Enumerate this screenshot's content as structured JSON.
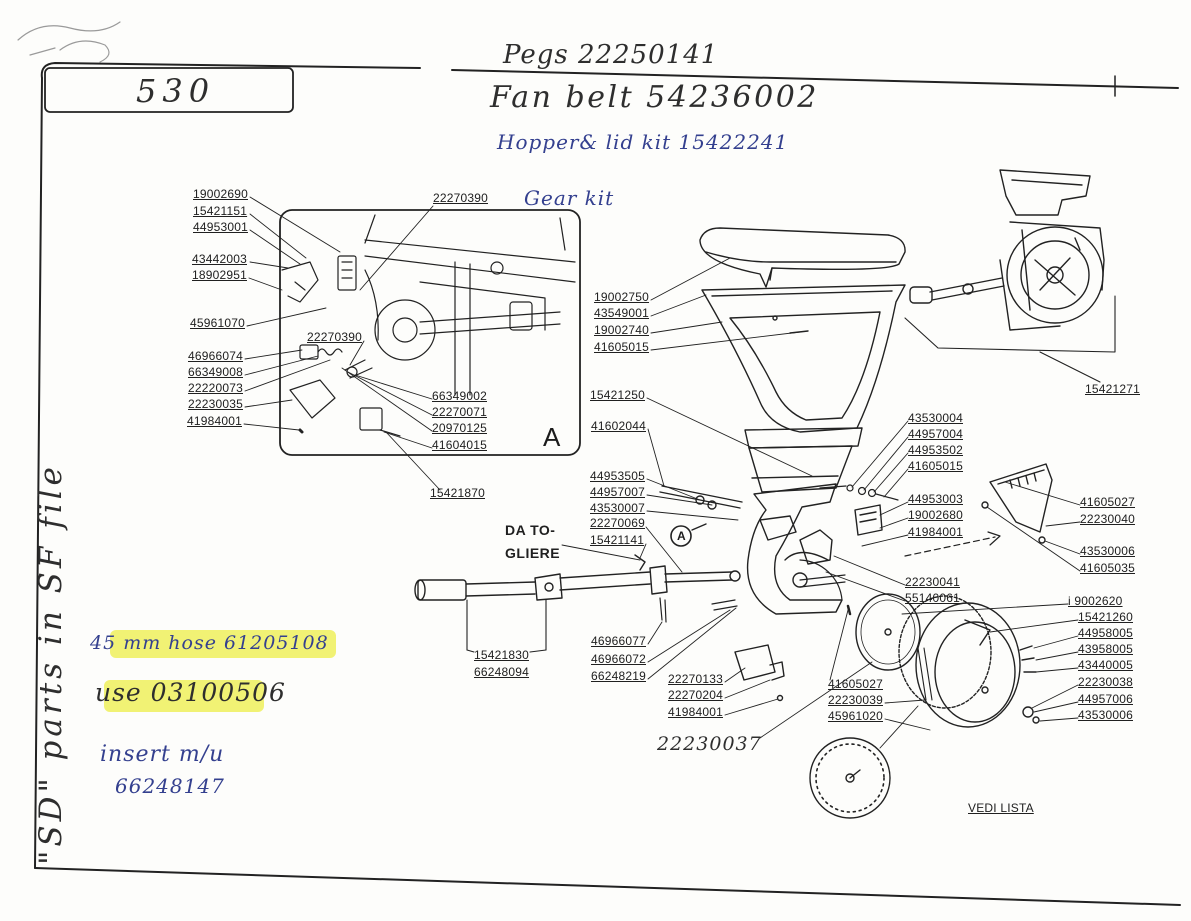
{
  "colors": {
    "ink": "#1c1c1c",
    "blue_ink": "#34408f",
    "highlight": "#eef05c"
  },
  "header": {
    "page_box_label": "530"
  },
  "handwritten": {
    "pegs": "Pegs 22250141",
    "fan_belt": "Fan belt 54236002",
    "hopper_kit": "Hopper& lid kit 15422241",
    "gear_kit": "Gear kit",
    "hose": "45 mm hose 61205108",
    "use": "use 03100506",
    "insert_line1": "insert m/u",
    "insert_line2": "66248147",
    "side_note": "\"SD\" parts in SF file",
    "loose_number": "22230037"
  },
  "inset": {
    "label": "A",
    "gear_kit_part": "22270390",
    "left_column": [
      "19002690",
      "15421151",
      "44953001",
      "43442003",
      "18902951",
      "45961070",
      "46966074",
      "66349008",
      "22220073",
      "22230035",
      "41984001"
    ],
    "link_part": "22270390",
    "right_column": [
      "66349002",
      "22270071",
      "20970125",
      "41604015"
    ],
    "bottom_part": "15421870"
  },
  "hopper": {
    "column": [
      "19002750",
      "43549001",
      "19002740",
      "41605015"
    ],
    "neck_part": "15421250",
    "bolt_part": "41602044"
  },
  "drive_unit_part": "15421271",
  "washer_stack_left": [
    "44953505",
    "44957007",
    "43530007"
  ],
  "fastener_stack_upper": [
    "43530004",
    "44957004",
    "44953502",
    "41605015"
  ],
  "fastener_stack_lower": [
    "44953003",
    "19002680",
    "41984001"
  ],
  "marker_parts": {
    "upper": [
      "41605027",
      "22230040"
    ],
    "lower": [
      "43530006",
      "41605035"
    ]
  },
  "remove_note": [
    "DA TO-",
    "GLIERE"
  ],
  "callout_a": "A",
  "coupling_parts": [
    "22270069",
    "15421141"
  ],
  "bracket_parts": [
    "22230041",
    "55140061"
  ],
  "disc_stack": [
    "i 9002620",
    "15421260",
    "44958005",
    "43958005",
    "43440005",
    "22230038",
    "44957006",
    "43530006"
  ],
  "pin_parts": [
    "46966077",
    "46966072",
    "66248219"
  ],
  "shaft_parts": [
    "15421830",
    "66248094"
  ],
  "plate_parts": [
    "22270133",
    "22270204",
    "41984001"
  ],
  "cover_parts": [
    "41605027",
    "22230039",
    "45961020"
  ],
  "seed_disc_note": "VEDI LISTA"
}
